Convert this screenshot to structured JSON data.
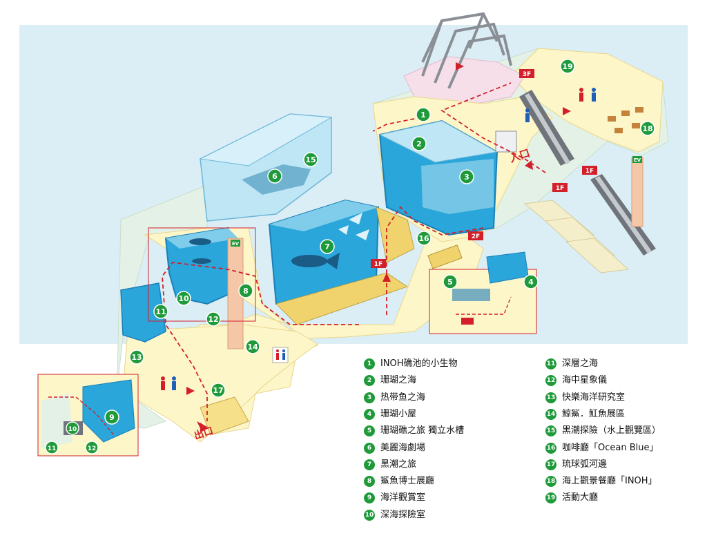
{
  "colors": {
    "sky": "#dbeef5",
    "floor": "#fdf6c8",
    "floor_edge": "#f1e3a1",
    "grass": "#e4f1e6",
    "tank": "#2aa6da",
    "tank_dark": "#1a7fb8",
    "tank_light": "#bfe6f5",
    "glass": "#a9dcef",
    "route": "#d21f2a",
    "badge": "#1f9a3a",
    "pink": "#f6dfe9",
    "building": "#9aa0a6"
  },
  "signs": {
    "entrance": "入口",
    "exit": "出口",
    "floor_1f": "1F",
    "floor_2f": "2F",
    "floor_3f": "3F",
    "ev": "EV"
  },
  "pins": [
    {
      "id": "1"
    },
    {
      "id": "2"
    },
    {
      "id": "3"
    },
    {
      "id": "4"
    },
    {
      "id": "5"
    },
    {
      "id": "6"
    },
    {
      "id": "7"
    },
    {
      "id": "8"
    },
    {
      "id": "9"
    },
    {
      "id": "10"
    },
    {
      "id": "11"
    },
    {
      "id": "12"
    },
    {
      "id": "13"
    },
    {
      "id": "14"
    },
    {
      "id": "15"
    },
    {
      "id": "16"
    },
    {
      "id": "17"
    },
    {
      "id": "18"
    },
    {
      "id": "19"
    }
  ],
  "inset_pins": [
    {
      "id": "4"
    },
    {
      "id": "5"
    },
    {
      "id": "9"
    },
    {
      "id": "10"
    },
    {
      "id": "11"
    },
    {
      "id": "12"
    }
  ],
  "legend": [
    {
      "num": "1",
      "label": "INOH礁池的小生物"
    },
    {
      "num": "2",
      "label": "珊瑚之海"
    },
    {
      "num": "3",
      "label": "热带鱼之海"
    },
    {
      "num": "4",
      "label": "珊瑚小屋"
    },
    {
      "num": "5",
      "label": "珊瑚礁之旅  獨立水槽"
    },
    {
      "num": "6",
      "label": "美麗海劇場"
    },
    {
      "num": "7",
      "label": "黑潮之旅"
    },
    {
      "num": "8",
      "label": "鯊魚博士展廳"
    },
    {
      "num": "9",
      "label": "海洋觀賞室"
    },
    {
      "num": "10",
      "label": "深海探險室"
    },
    {
      "num": "11",
      "label": "深層之海"
    },
    {
      "num": "12",
      "label": "海中星象儀"
    },
    {
      "num": "13",
      "label": "快樂海洋研究室"
    },
    {
      "num": "14",
      "label": "鯨鯊．魟魚展區"
    },
    {
      "num": "15",
      "label": "黑潮探險（水上觀覽區）"
    },
    {
      "num": "16",
      "label": "咖啡廳「Ocean Blue」"
    },
    {
      "num": "17",
      "label": "琉球弧河邊"
    },
    {
      "num": "18",
      "label": "海上觀景餐廳「INOH」"
    },
    {
      "num": "19",
      "label": "活動大廳"
    }
  ]
}
